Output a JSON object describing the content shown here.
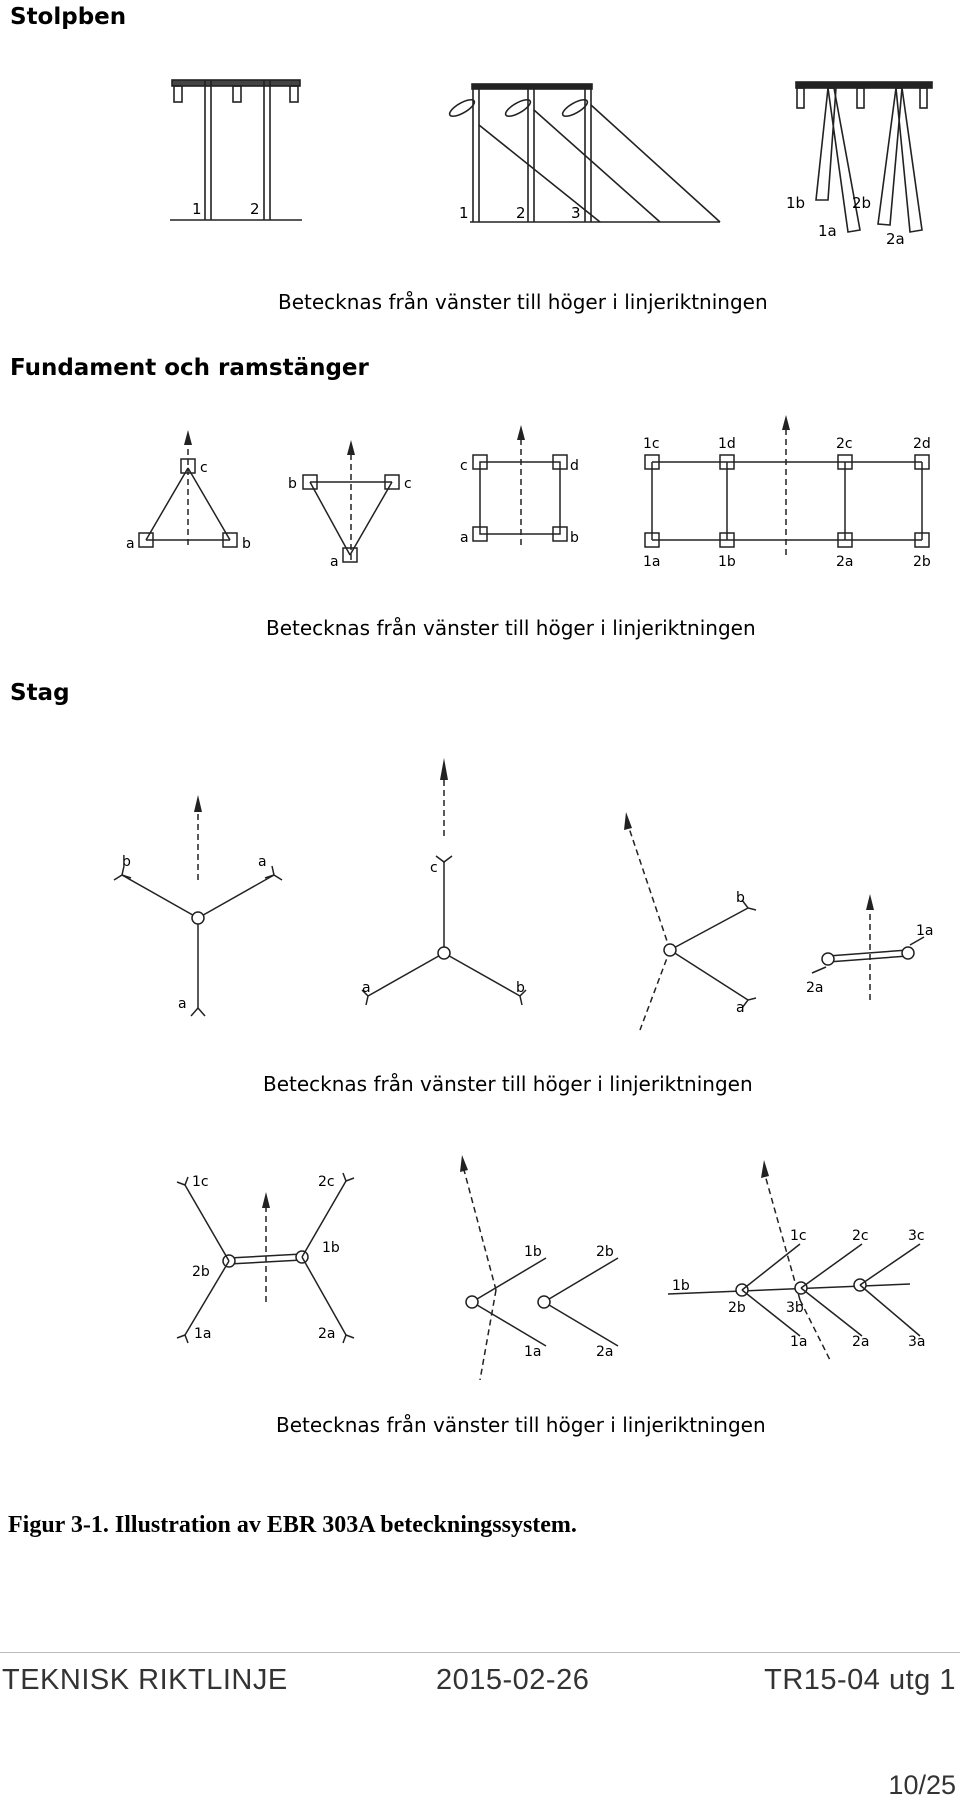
{
  "sections": {
    "stolpben": {
      "title": "Stolpben",
      "caption": "Betecknas från vänster till höger i linjeriktningen"
    },
    "fundament": {
      "title": "Fundament och ramstänger",
      "caption": "Betecknas från vänster till höger i linjeriktningen"
    },
    "stag": {
      "title": "Stag",
      "caption1": "Betecknas från vänster till höger i linjeriktningen",
      "caption2": "Betecknas från vänster till höger i linjeriktningen"
    }
  },
  "labels": {
    "s_1": "1",
    "s_2": "2",
    "s_3": "3",
    "s_1a": "1a",
    "s_1b": "1b",
    "s_2a": "2a",
    "s_2b": "2b",
    "f_a": "a",
    "f_b": "b",
    "f_c": "c",
    "f_d": "d",
    "f_1a": "1a",
    "f_1b": "1b",
    "f_1c": "1c",
    "f_1d": "1d",
    "f_2a": "2a",
    "f_2b": "2b",
    "f_2c": "2c",
    "f_2d": "2d",
    "g_a": "a",
    "g_b": "b",
    "g_c": "c",
    "g_1a": "1a",
    "g_1b": "1b",
    "g_1c": "1c",
    "g_2a": "2a",
    "g_2b": "2b",
    "g_2c": "2c",
    "g_3a": "3a",
    "g_3b": "3b",
    "g_3c": "3c"
  },
  "figure_caption": "Figur 3-1. Illustration av EBR 303A beteckningssystem.",
  "footer": {
    "left": "TEKNISK RIKTLINJE",
    "center": "2015-02-26",
    "right": "TR15-04 utg 1"
  },
  "page_number": "10/25"
}
